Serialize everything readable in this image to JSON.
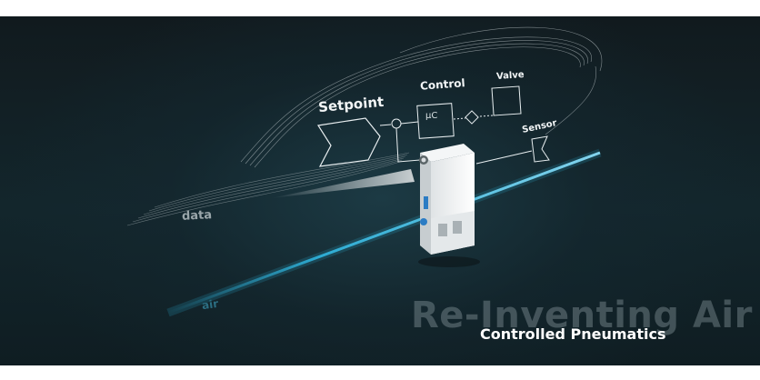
{
  "diagram": {
    "setpoint": "Setpoint",
    "control": "Control",
    "controller": "µC",
    "valve": "Valve",
    "sensor": "Sensor"
  },
  "streams": {
    "data": "data",
    "air": "air"
  },
  "branding": {
    "headline": "Re-Inventing Air",
    "subline": "Controlled Pneumatics"
  },
  "colors": {
    "background": "#13232a",
    "air_glow": "#2fb6e0",
    "text": "#ffffff"
  }
}
